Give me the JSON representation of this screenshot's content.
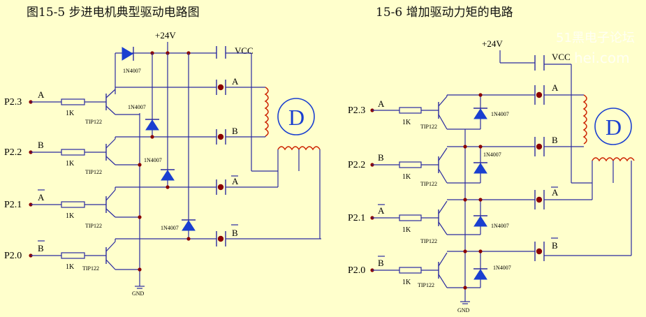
{
  "titles": {
    "left": "图15-5   步进电机典型驱动电路图",
    "right": "15-6 增加驱动力矩的电路"
  },
  "watermark": {
    "brand": "51黑电子论坛",
    "url": "hei.com"
  },
  "labels": {
    "supply": "+24V",
    "vcc": "VCC",
    "gnd": "GND",
    "motor": "D",
    "resistor": "1K",
    "transistor": "TIP122",
    "diode": "1N4007"
  },
  "pins": [
    "P2.3",
    "P2.2",
    "P2.1",
    "P2.0"
  ],
  "phases": [
    "A",
    "B",
    "A",
    "B"
  ],
  "phases_overlined": [
    false,
    false,
    true,
    true
  ]
}
